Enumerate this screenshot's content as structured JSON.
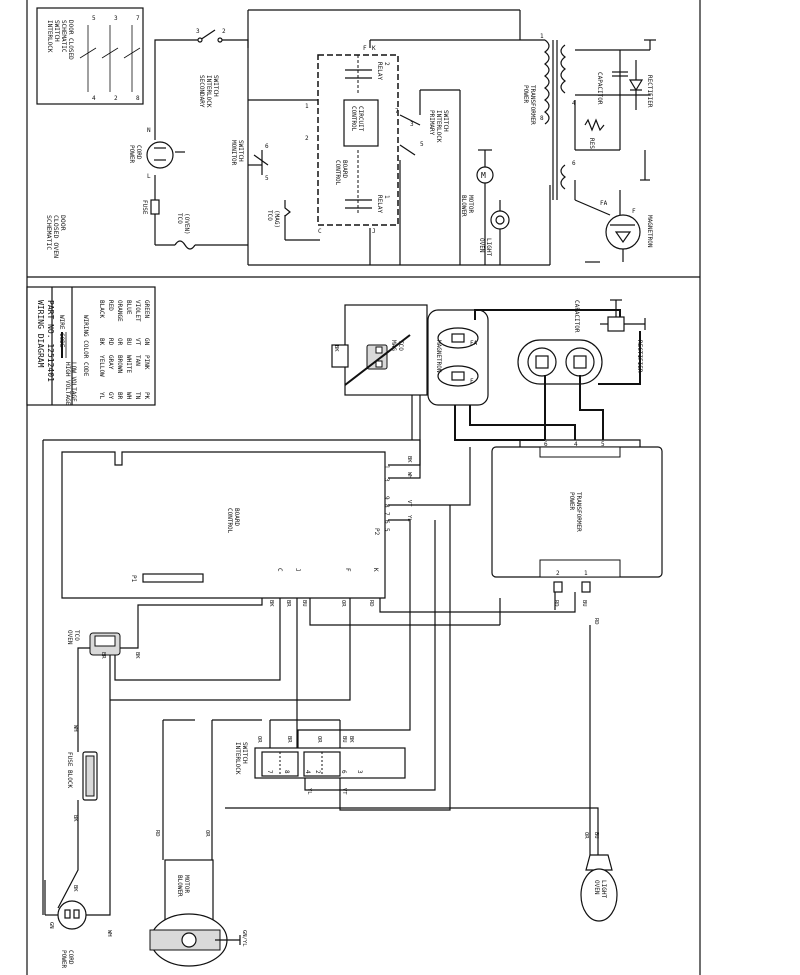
{
  "interlock": {
    "switch": [
      "INTERLOCK",
      "SWITCH",
      "SCHEMATIC",
      "DOOR CLOSED"
    ],
    "pins": [
      "5",
      "3",
      "7",
      "4",
      "2",
      "8"
    ]
  },
  "schematic": {
    "title": [
      "SCHEMATIC",
      "CLOSED OVEN",
      "DOOR"
    ],
    "power_cord": [
      "POWER",
      "CORD"
    ],
    "fuse": "FUSE",
    "tco_oven": [
      "TCO",
      "(OVEN)"
    ],
    "tco_mag": [
      "TCO",
      "(MAG)"
    ],
    "secondary_switch": [
      "SECONDARY",
      "INTERLOCK",
      "SWITCH"
    ],
    "monitor_switch": [
      "MONITOR",
      "SWITCH"
    ],
    "control_board": [
      "CONTROL",
      "BOARD"
    ],
    "control_circuit": [
      "CONTROL",
      "CIRCUIT"
    ],
    "relay1": [
      "RELAY",
      "1"
    ],
    "relay2": [
      "RELAY",
      "2"
    ],
    "primary_switch": [
      "PRIMARY",
      "INTERLOCK",
      "SWITCH"
    ],
    "blower_motor": [
      "BLOWER",
      "MOTOR"
    ],
    "oven_light": [
      "OVEN",
      "LIGHT"
    ],
    "power_transformer": [
      "POWER",
      "TRANSFORMER"
    ],
    "capacitor": "CAPACITOR",
    "res": "RES",
    "rectifier": "RECTIFIER",
    "magnetron": "MAGNETRON",
    "labels": {
      "F": "F",
      "K": "K",
      "N": "N",
      "L": "L",
      "C": "C",
      "J": "J",
      "FA": "FA",
      "N2": "N",
      "L2": "L"
    },
    "pin_numbers": [
      "3",
      "2",
      "6",
      "5",
      "7",
      "4",
      "1",
      "2",
      "3",
      "5",
      "4",
      "6",
      "8",
      "1",
      "3",
      "5"
    ],
    "motor_symbol": "M"
  },
  "legend": {
    "title": [
      "WIRING DIAGRAM",
      "PART NO. 12512401"
    ],
    "wire_code": "WIRE CODE",
    "high_voltage": "HIGH VOLTAGE",
    "low_voltage": "LOW VOLTAGE",
    "color_code_title": "WIRING COLOR CODE",
    "colors": [
      [
        "BLACK",
        "BK",
        "YELLOW",
        "YL"
      ],
      [
        "RED",
        "RD",
        "GRAY",
        "GY"
      ],
      [
        "ORANGE",
        "OR",
        "BROWN",
        "BR"
      ],
      [
        "BLUE",
        "BU",
        "WHITE",
        "WH"
      ],
      [
        "VIOLET",
        "VT",
        "TAN",
        "TN"
      ],
      [
        "GREEN",
        "GN",
        "PINK",
        "PK"
      ]
    ]
  },
  "wiring": {
    "control_board": [
      "CONTROL",
      "BOARD"
    ],
    "p1": "P1",
    "p2": "P2",
    "board_pins": [
      "C",
      "J",
      "F",
      "K"
    ],
    "header_pins": [
      "1",
      "3",
      "9",
      "8",
      "7",
      "6",
      "5"
    ],
    "mag_tco": [
      "MAG",
      "TCO"
    ],
    "magnetron": "MAGNETRON",
    "fa": "FA",
    "f": "F",
    "capacitor": "CAPACITOR",
    "rectifier": "RECTIFIER",
    "transformer": [
      "POWER",
      "TRANSFORMER"
    ],
    "xfmr_pins_top": [
      "6",
      "4",
      "5"
    ],
    "xfmr_pins_bottom": [
      "2",
      "1"
    ],
    "oven_tco": [
      "OVEN",
      "TCO"
    ],
    "fuse_block": "FUSE BLOCK",
    "interlock_switch": [
      "INTERLOCK",
      "SWITCH"
    ],
    "interlock_pins": [
      "7",
      "8",
      "4",
      "2",
      "6",
      "3"
    ],
    "blower_motor": [
      "BLOWER",
      "MOTOR"
    ],
    "power_cord": [
      "POWER",
      "CORD"
    ],
    "oven_light": [
      "OVEN",
      "LIGHT"
    ],
    "wire_tags": {
      "bk1": "BK",
      "bk2": "BK",
      "bk3": "BK",
      "bk4": "BK",
      "bk5": "BK",
      "bk6": "BK",
      "wh1": "WH",
      "wh2": "WH",
      "wh3": "WH",
      "bu1": "BU",
      "bu2": "BU",
      "bu3": "BU",
      "br1": "BR",
      "br2": "BR",
      "br3": "BR",
      "rd1": "RD",
      "rd2": "RD",
      "rd3": "RD",
      "rd4": "RD",
      "or1": "OR",
      "or2": "OR",
      "or3": "OR",
      "or4": "OR",
      "yl1": "YL",
      "yl2": "YL",
      "vt1": "VT",
      "vt2": "VT",
      "gn": "GN",
      "gnyl": "GN/YL"
    }
  }
}
